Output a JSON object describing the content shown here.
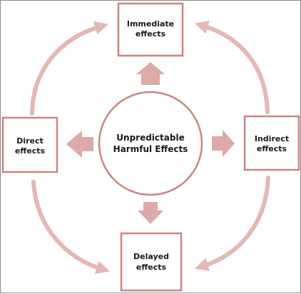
{
  "colors": {
    "box_border": "#c98585",
    "arrow_fill": "#dcaaa8",
    "arc_stroke": "#e5b7b5",
    "text": "#1a1a1a",
    "background": "#ffffff"
  },
  "center": {
    "line1": "Unpredictable",
    "line2": "Harmful Effects"
  },
  "nodes": {
    "immediate": {
      "line1": "Immediate",
      "line2": "effects"
    },
    "indirect": {
      "line1": "Indirect",
      "line2": "effects"
    },
    "delayed": {
      "line1": "Delayed",
      "line2": "effects"
    },
    "direct": {
      "line1": "Direct",
      "line2": "effects"
    }
  }
}
